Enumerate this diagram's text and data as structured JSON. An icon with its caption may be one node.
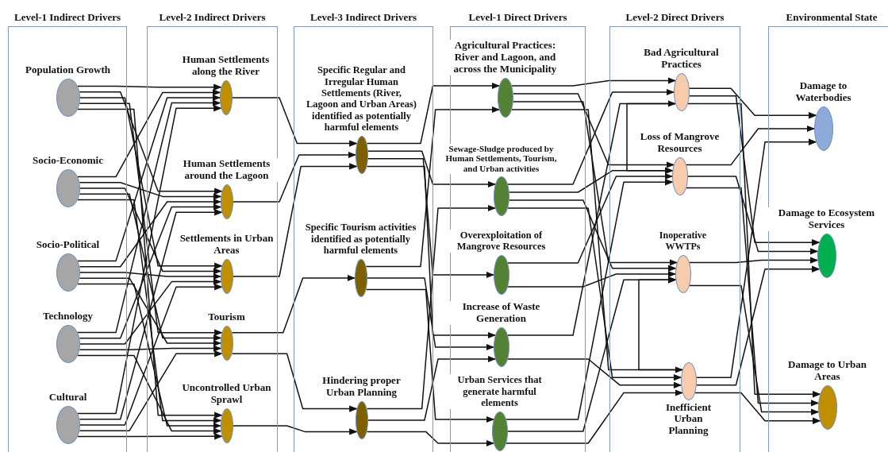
{
  "diagram": {
    "nodes": [
      {
        "text": [
          "Level-1 Indirect Drivers"
        ]
      },
      {
        "text": [
          "Population Growth"
        ],
        "in": 0
      },
      {
        "text": [
          "Socio-Economic"
        ],
        "in": 0
      },
      {
        "text": [
          "Socio-Political"
        ],
        "in": 0
      },
      {
        "text": [
          "Technology"
        ],
        "in": 0
      },
      {
        "text": [
          "Cultural"
        ],
        "in": 0
      },
      {
        "text": [
          "Level-2 Indirect Drivers"
        ]
      },
      {
        "text": [
          "Human Settlements along the River"
        ],
        "in": 6
      },
      {
        "text": [
          "Human Settlements around the Lagoon"
        ],
        "in": 6
      },
      {
        "text": [
          "Settlements in Urban Areas"
        ],
        "in": 6
      },
      {
        "text": [
          "Tourism"
        ],
        "in": 6
      },
      {
        "text": [
          "Uncontrolled Urban Sprawl"
        ],
        "in": 6
      },
      {
        "text": [
          "Level-3 Indirect Drivers"
        ]
      },
      {
        "text": [
          "Specific Regular and Irregular Human Settlements (River, Lagoon and Urban Areas) identified as potentially harmful elements"
        ],
        "in": 12
      },
      {
        "text": [
          "Specific Tourism activities identified as potentially harmful elements"
        ],
        "in": 12
      },
      {
        "text": [
          "Hindering proper Urban Planning"
        ],
        "in": 12
      },
      {
        "text": [
          "Level-1 Direct Drivers"
        ]
      },
      {
        "text": [
          "Agricultural Practices: River and Lagoon, and across the Municipality"
        ],
        "in": 16
      },
      {
        "text": [
          "Sewage-Sludge produced by Human Settlements, Tourism, and Urban activities"
        ],
        "in": 16
      },
      {
        "text": [
          "Overexploitation of Mangrove Resources"
        ],
        "in": 16
      },
      {
        "text": [
          "Increase of Waste Generation"
        ],
        "in": 16
      },
      {
        "text": [
          "Urban Services that generate harmful elements"
        ],
        "in": 16
      },
      {
        "text": [
          "Level-2 Direct Drivers"
        ]
      },
      {
        "text": [
          "Bad Agricultural Practices"
        ],
        "in": 22
      },
      {
        "text": [
          "Loss of Mangrove Resources"
        ],
        "in": 22
      },
      {
        "text": [
          "Inoperative WWTPs"
        ],
        "in": 22
      },
      {
        "text": [
          "Inefficient Urban Planning"
        ],
        "in": 22
      },
      {
        "text": [
          "Environmental State"
        ]
      },
      {
        "text": [
          "Damage to Waterbodies"
        ],
        "in": 27
      },
      {
        "text": [
          "Damage to Ecosystem Services"
        ],
        "in": 27
      },
      {
        "text": [
          "Damage to Urban Areas"
        ],
        "in": 27
      }
    ],
    "edges": [
      {
        "from": 1,
        "to": 7,
        "arrow": "to"
      },
      {
        "from": 1,
        "to": 8,
        "arrow": "to"
      },
      {
        "from": 1,
        "to": 9,
        "arrow": "to"
      },
      {
        "from": 1,
        "to": 10,
        "arrow": "to"
      },
      {
        "from": 1,
        "to": 11,
        "arrow": "to"
      },
      {
        "from": 2,
        "to": 7,
        "arrow": "to"
      },
      {
        "from": 2,
        "to": 8,
        "arrow": "to"
      },
      {
        "from": 2,
        "to": 9,
        "arrow": "to"
      },
      {
        "from": 2,
        "to": 10,
        "arrow": "to"
      },
      {
        "from": 2,
        "to": 11,
        "arrow": "to"
      },
      {
        "from": 3,
        "to": 7,
        "arrow": "to"
      },
      {
        "from": 3,
        "to": 8,
        "arrow": "to"
      },
      {
        "from": 3,
        "to": 9,
        "arrow": "to"
      },
      {
        "from": 3,
        "to": 10,
        "arrow": "to"
      },
      {
        "from": 3,
        "to": 11,
        "arrow": "to"
      },
      {
        "from": 4,
        "to": 7,
        "arrow": "to"
      },
      {
        "from": 4,
        "to": 8,
        "arrow": "to"
      },
      {
        "from": 4,
        "to": 9,
        "arrow": "to"
      },
      {
        "from": 4,
        "to": 10,
        "arrow": "to"
      },
      {
        "from": 4,
        "to": 11,
        "arrow": "to"
      },
      {
        "from": 5,
        "to": 7,
        "arrow": "to"
      },
      {
        "from": 5,
        "to": 8,
        "arrow": "to"
      },
      {
        "from": 5,
        "to": 9,
        "arrow": "to"
      },
      {
        "from": 5,
        "to": 10,
        "arrow": "to"
      },
      {
        "from": 5,
        "to": 11,
        "arrow": "to"
      },
      {
        "from": 7,
        "to": 13,
        "arrow": "to"
      },
      {
        "from": 8,
        "to": 13,
        "arrow": "to"
      },
      {
        "from": 9,
        "to": 13,
        "arrow": "to"
      },
      {
        "from": 10,
        "to": 14,
        "arrow": "to"
      },
      {
        "from": 10,
        "to": 15,
        "arrow": "to"
      },
      {
        "from": 11,
        "to": 15,
        "arrow": "to"
      },
      {
        "from": 13,
        "to": 17,
        "arrow": "to"
      },
      {
        "from": 13,
        "to": 18,
        "arrow": "to"
      },
      {
        "from": 13,
        "to": 19,
        "arrow": "to"
      },
      {
        "from": 13,
        "to": 20,
        "arrow": "to"
      },
      {
        "from": 14,
        "to": 17,
        "arrow": "to"
      },
      {
        "from": 14,
        "to": 20,
        "arrow": "to"
      },
      {
        "from": 14,
        "to": 21,
        "arrow": "to"
      },
      {
        "from": 15,
        "to": 18,
        "arrow": "to"
      },
      {
        "from": 15,
        "to": 20,
        "arrow": "to"
      },
      {
        "from": 15,
        "to": 21,
        "arrow": "to"
      },
      {
        "from": 17,
        "to": 23,
        "arrow": "to"
      },
      {
        "from": 17,
        "to": 24,
        "arrow": "to"
      },
      {
        "from": 17,
        "to": 25,
        "arrow": "to"
      },
      {
        "from": 17,
        "to": 26,
        "arrow": "to"
      },
      {
        "from": 18,
        "to": 23,
        "arrow": "to"
      },
      {
        "from": 18,
        "to": 24,
        "arrow": "to"
      },
      {
        "from": 18,
        "to": 25,
        "arrow": "to"
      },
      {
        "from": 18,
        "to": 26,
        "arrow": "to"
      },
      {
        "from": 19,
        "to": 24,
        "arrow": "to"
      },
      {
        "from": 19,
        "to": 25,
        "arrow": "to"
      },
      {
        "from": 20,
        "to": 23,
        "arrow": "to"
      },
      {
        "from": 20,
        "to": 26,
        "arrow": "to"
      },
      {
        "from": 21,
        "to": 24,
        "arrow": "to"
      },
      {
        "from": 21,
        "to": 25,
        "arrow": "to"
      },
      {
        "from": 21,
        "to": 26,
        "arrow": "to"
      },
      {
        "from": 23,
        "to": 24,
        "arrow": "to"
      },
      {
        "from": 26,
        "to": 25,
        "arrow": "to"
      },
      {
        "from": 23,
        "to": 28,
        "arrow": "to"
      },
      {
        "from": 23,
        "to": 29,
        "arrow": "to"
      },
      {
        "from": 23,
        "to": 30,
        "arrow": "to"
      },
      {
        "from": 24,
        "to": 28,
        "arrow": "to"
      },
      {
        "from": 24,
        "to": 29,
        "arrow": "to"
      },
      {
        "from": 24,
        "to": 30,
        "arrow": "to"
      },
      {
        "from": 25,
        "to": 29,
        "arrow": "to"
      },
      {
        "from": 25,
        "to": 30,
        "arrow": "to"
      },
      {
        "from": 26,
        "to": 28,
        "arrow": "to"
      },
      {
        "from": 26,
        "to": 29,
        "arrow": "to"
      },
      {
        "from": 26,
        "to": 30,
        "arrow": "to"
      }
    ]
  }
}
